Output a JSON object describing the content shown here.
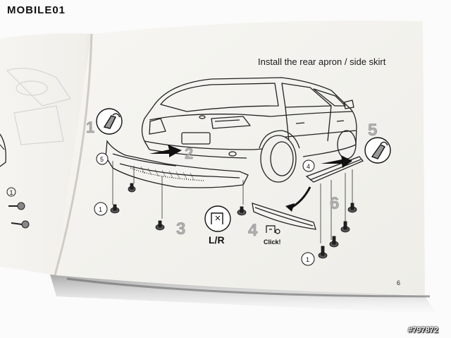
{
  "watermark": {
    "text": "MOBILE01"
  },
  "manual_page": {
    "title": "Install the rear apron / side skirt",
    "page_number": "6",
    "step_numbers": [
      "1",
      "2",
      "3",
      "4",
      "5",
      "6"
    ],
    "callouts": [
      "1",
      "4",
      "5"
    ],
    "labels": {
      "side": "L/R",
      "click": "Click!"
    }
  },
  "image_id": "#797872",
  "colors": {
    "background": "#ffffff",
    "paper": "#f4f2ed",
    "line_art": "#222222",
    "step_number_gray": "#b0b0b0"
  }
}
